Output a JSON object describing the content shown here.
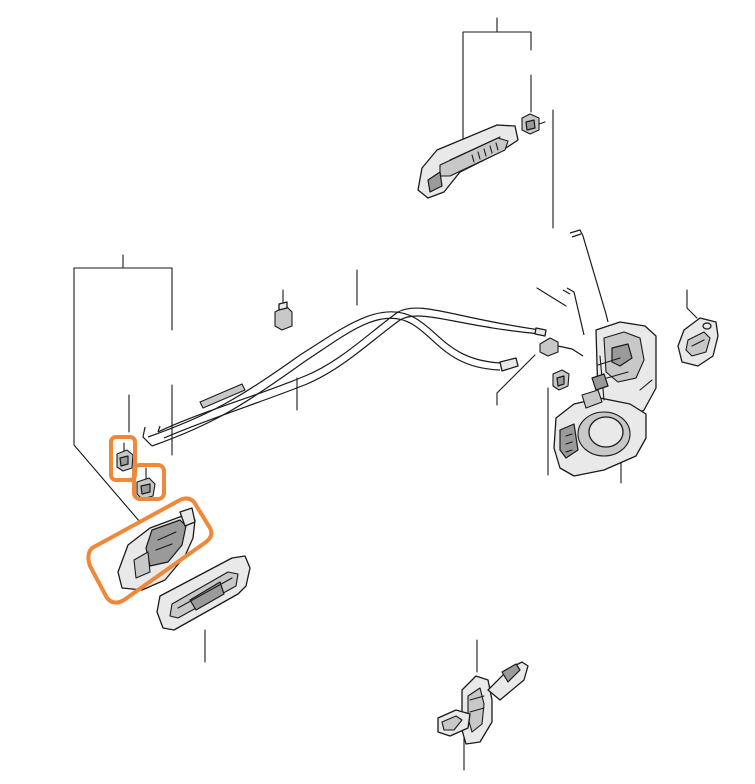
{
  "diagram": {
    "kind": "exploded parts view",
    "highlight_color": "#F0883A",
    "line_color": "#1a1a1a",
    "background": "#ffffff",
    "parts": [
      {
        "id": "outer-handle",
        "icon": "outer-door-handle"
      },
      {
        "id": "outer-handle-bolt",
        "icon": "bolt"
      },
      {
        "id": "latch-rod",
        "icon": "rod"
      },
      {
        "id": "inner-handle",
        "icon": "inner-handle-mechanism",
        "highlighted": true
      },
      {
        "id": "inner-handle-bezel",
        "icon": "handle-bezel"
      },
      {
        "id": "clip-upper",
        "icon": "clip",
        "highlighted": true
      },
      {
        "id": "clip-lower",
        "icon": "clip",
        "highlighted": true
      },
      {
        "id": "cable-clip",
        "icon": "clip"
      },
      {
        "id": "release-cables",
        "icon": "cable"
      },
      {
        "id": "door-lock-actuator",
        "icon": "lock-actuator"
      },
      {
        "id": "striker",
        "icon": "striker"
      },
      {
        "id": "door-check",
        "icon": "door-check"
      }
    ]
  }
}
